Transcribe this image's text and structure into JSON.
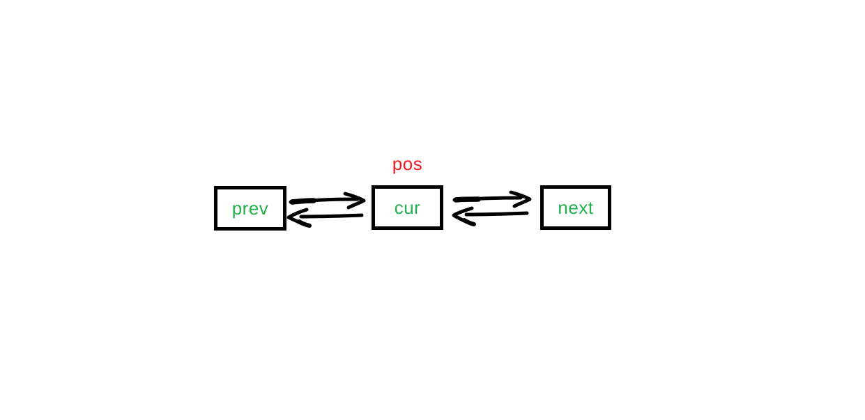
{
  "page": {
    "background_color": "#ffffff"
  },
  "diagram": {
    "pointer_label": {
      "text": "pos",
      "color": "#ed1c24"
    },
    "nodes": [
      {
        "id": "prev",
        "label": "prev"
      },
      {
        "id": "cur",
        "label": "cur"
      },
      {
        "id": "next",
        "label": "next"
      }
    ],
    "node_label_color": "#22b14c",
    "node_border_color": "#000000",
    "arrow_color": "#000000",
    "arrows": [
      {
        "from": "prev",
        "to": "cur"
      },
      {
        "from": "cur",
        "to": "prev"
      },
      {
        "from": "cur",
        "to": "next"
      },
      {
        "from": "next",
        "to": "cur"
      }
    ]
  }
}
